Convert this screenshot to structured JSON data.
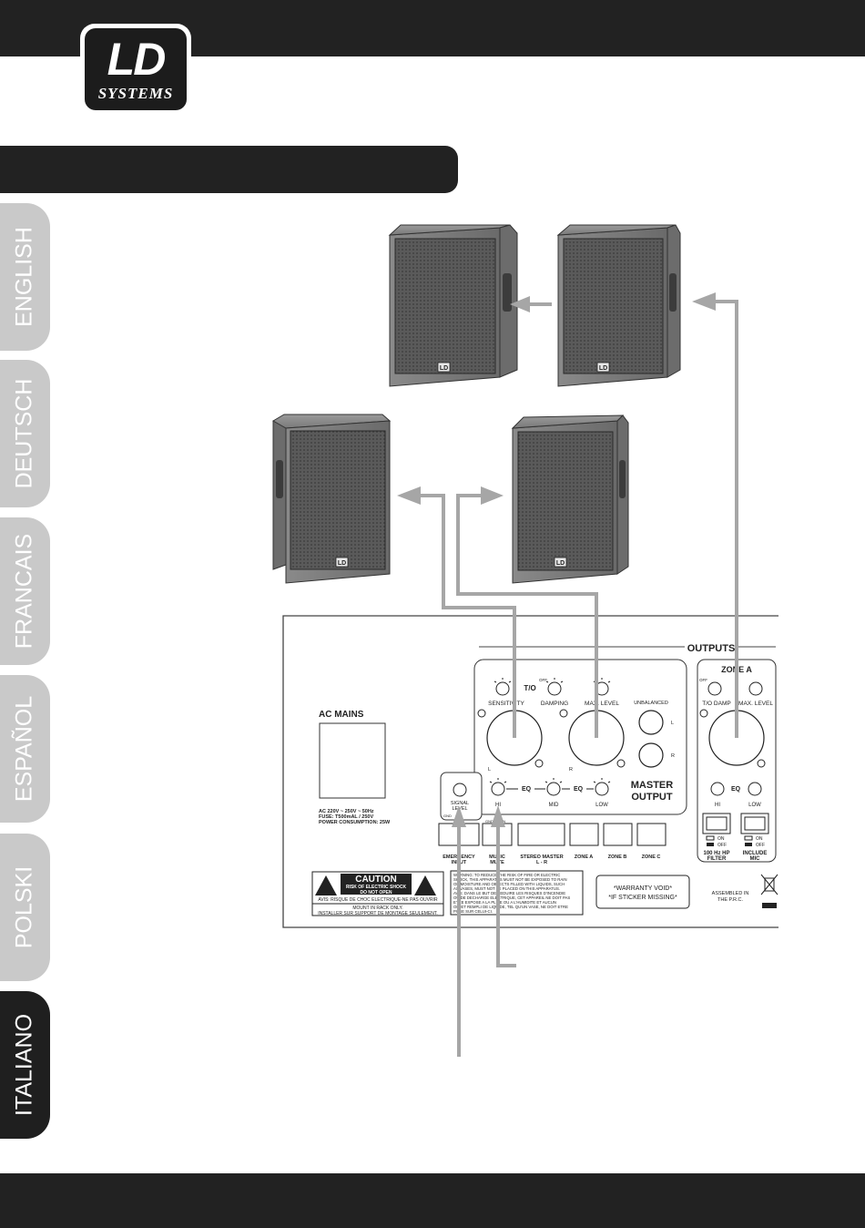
{
  "brand": {
    "logo_main": "LD",
    "logo_sub": "SYSTEMS"
  },
  "language_tabs": [
    {
      "label": "ENGLISH",
      "active": false
    },
    {
      "label": "DEUTSCH",
      "active": false
    },
    {
      "label": "FRANCAIS",
      "active": false
    },
    {
      "label": "ESPAÑOL",
      "active": false
    },
    {
      "label": "POLSKI",
      "active": false
    },
    {
      "label": "ITALIANO",
      "active": true
    }
  ],
  "speaker_badge": "LD",
  "panel": {
    "outputs_heading": "OUTPUTS",
    "ac_mains": "AC MAINS",
    "ac_spec_1": "AC 220V ~ 250V ~ 50Hz",
    "ac_spec_2": "FUSE: T500mAL / 250V",
    "ac_spec_3": "POWER CONSUMPTION: 25W",
    "to": "T/O",
    "sensitivity": "SENSITIVITY",
    "damping": "DAMPING",
    "max_level": "MAX. LEVEL",
    "unbalanced": "UNBALANCED",
    "off": "OFF",
    "l": "L",
    "r": "R",
    "eq": "EQ",
    "hi": "HI",
    "mid": "MID",
    "low": "LOW",
    "master_output_1": "MASTER",
    "master_output_2": "OUTPUT",
    "zone_a_heading": "ZONE A",
    "to_damp": "T/O DAMP",
    "on": "ON",
    "hp_filter_1": "100 Hz HP",
    "hp_filter_2": "FILTER",
    "include_mic_1": "INCLUDE",
    "include_mic_2": "MIC",
    "signal_level_1": "SIGNAL",
    "signal_level_2": "LEVEL",
    "gnd": "GND",
    "in": "IN",
    "emergency_input_1": "EMERGENCY",
    "emergency_input_2": "INPUT",
    "music_mute_1": "MUSIC",
    "music_mute_2": "MUTE",
    "stereo_master_1": "STEREO MASTER",
    "stereo_master_2": "L - R",
    "zone_a": "ZONE A",
    "zone_b": "ZONE B",
    "zone_c": "ZONE C",
    "caution": "CAUTION",
    "caution_sub_1": "RISK OF ELECTRIC SHOCK",
    "caution_sub_2": "DO NOT OPEN",
    "avis": "AVIS: RISQUE DE CHOC ELECTRIQUE-NE PAS OUVRIR",
    "rack_1": "MOUNT IN RACK ONLY.",
    "rack_2": "INSTALLER SUR SUPPORT DE MONTAGE SEULEMENT.",
    "warning_1": "WARNING: TO REDUCE THE RISK OF FIRE OR ELECTRIC",
    "warning_2": "SHOCK, THIS APPARATUS MUST NOT BE EXPOSED TO RAIN",
    "warning_3": "OR MOISTURE AND OBJECTS FILLED WITH LIQUIDS, SUCH",
    "warning_4": "AS VASES, MUST NOT BE PLACED ON THIS APPARATUS.",
    "warning_5": "AVIS: DANS LE BUT DE REDUIRE LES RISQUES D'INCENDIE",
    "warning_6": "OU DE DECHARGE ELECTRIQUE, CET APPAREIL NE DOIT PAS",
    "warning_7": "ETRE EXPOSE A LA PLUIE OU A L'HUMIDITE ET AUCUN",
    "warning_8": "OBJET REMPLI DE LIQUIDE, TEL QU'UN VASE, NE DOIT ETRE",
    "warning_9": "POSE SUR CELUI-CI.",
    "warranty_1": "*WARRANTY VOID*",
    "warranty_2": "*IF STICKER MISSING*",
    "assembled_1": "ASSEMBLED IN",
    "assembled_2": "THE P.R.C."
  }
}
